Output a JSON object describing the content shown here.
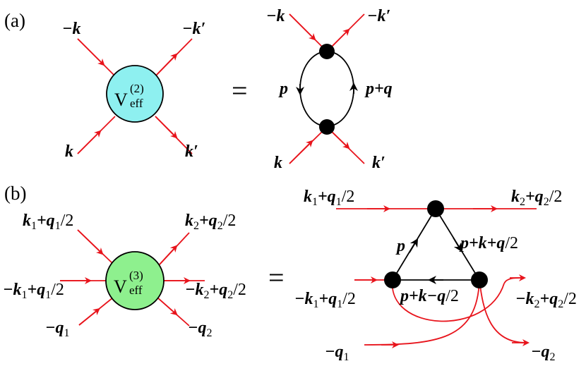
{
  "panels": {
    "a": "(a)",
    "b": "(b)"
  },
  "equals_sign": "=",
  "vertex_a": {
    "main": "V",
    "sup": "(2)",
    "sub": "eff",
    "fill": "#8ef0f0"
  },
  "vertex_b": {
    "main": "V",
    "sup": "(3)",
    "sub": "eff",
    "fill": "#8ef08e"
  },
  "colors": {
    "external_line": "#e8141c",
    "internal_line": "#000000",
    "dot": "#000000"
  },
  "labels_a": {
    "minus_k": "−k",
    "minus_k_prime": "−k′",
    "k": "k",
    "k_prime": "k′",
    "p": "p",
    "p_plus_q": "p+q"
  },
  "labels_b": {
    "k1_plus_q1": "k1+q1/2",
    "k2_plus_q2": "k2+q2/2",
    "minus_k1_plus_q1": "−k1+q1/2",
    "minus_k2_plus_q2": "−k2+q2/2",
    "minus_q1": "−q1",
    "minus_q2": "−q2",
    "p": "p",
    "p_plus_k_plus_q": "p+k+q/2",
    "p_plus_k_minus_q": "p+k−q/2"
  }
}
